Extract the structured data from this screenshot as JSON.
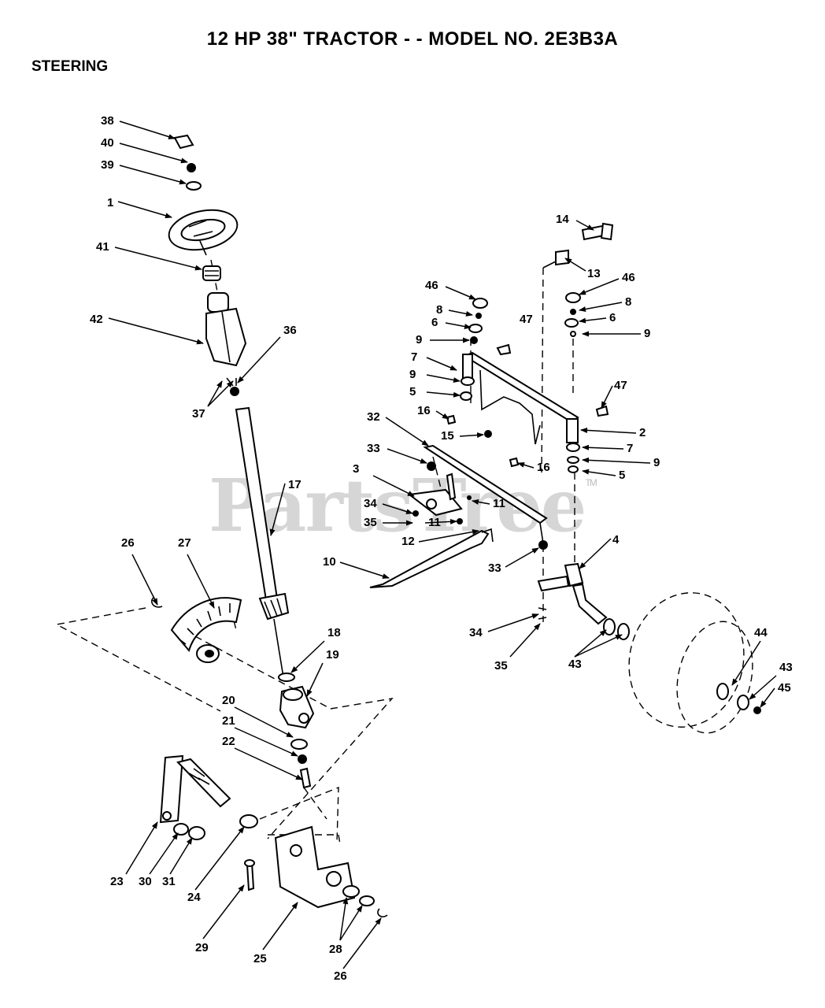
{
  "header": {
    "title": "12 HP 38\" TRACTOR - - MODEL NO. 2E3B3A",
    "section": "STEERING"
  },
  "watermark": {
    "text": "PartsTree",
    "tm": "TM"
  },
  "callouts": [
    {
      "label": "38"
    },
    {
      "label": "40"
    },
    {
      "label": "39"
    },
    {
      "label": "1"
    },
    {
      "label": "41"
    },
    {
      "label": "42"
    },
    {
      "label": "36"
    },
    {
      "label": "37"
    },
    {
      "label": "17"
    },
    {
      "label": "26"
    },
    {
      "label": "27"
    },
    {
      "label": "18"
    },
    {
      "label": "19"
    },
    {
      "label": "20"
    },
    {
      "label": "21"
    },
    {
      "label": "22"
    },
    {
      "label": "23"
    },
    {
      "label": "30"
    },
    {
      "label": "31"
    },
    {
      "label": "24"
    },
    {
      "label": "29"
    },
    {
      "label": "25"
    },
    {
      "label": "28"
    },
    {
      "label": "26"
    },
    {
      "label": "14"
    },
    {
      "label": "13"
    },
    {
      "label": "46"
    },
    {
      "label": "46"
    },
    {
      "label": "8"
    },
    {
      "label": "8"
    },
    {
      "label": "6"
    },
    {
      "label": "6"
    },
    {
      "label": "47"
    },
    {
      "label": "9"
    },
    {
      "label": "9"
    },
    {
      "label": "7"
    },
    {
      "label": "9"
    },
    {
      "label": "5"
    },
    {
      "label": "47"
    },
    {
      "label": "16"
    },
    {
      "label": "2"
    },
    {
      "label": "15"
    },
    {
      "label": "7"
    },
    {
      "label": "9"
    },
    {
      "label": "32"
    },
    {
      "label": "16"
    },
    {
      "label": "5"
    },
    {
      "label": "33"
    },
    {
      "label": "3"
    },
    {
      "label": "11"
    },
    {
      "label": "34"
    },
    {
      "label": "35"
    },
    {
      "label": "11"
    },
    {
      "label": "12"
    },
    {
      "label": "10"
    },
    {
      "label": "33"
    },
    {
      "label": "4"
    },
    {
      "label": "34"
    },
    {
      "label": "35"
    },
    {
      "label": "43"
    },
    {
      "label": "44"
    },
    {
      "label": "43"
    },
    {
      "label": "45"
    }
  ]
}
